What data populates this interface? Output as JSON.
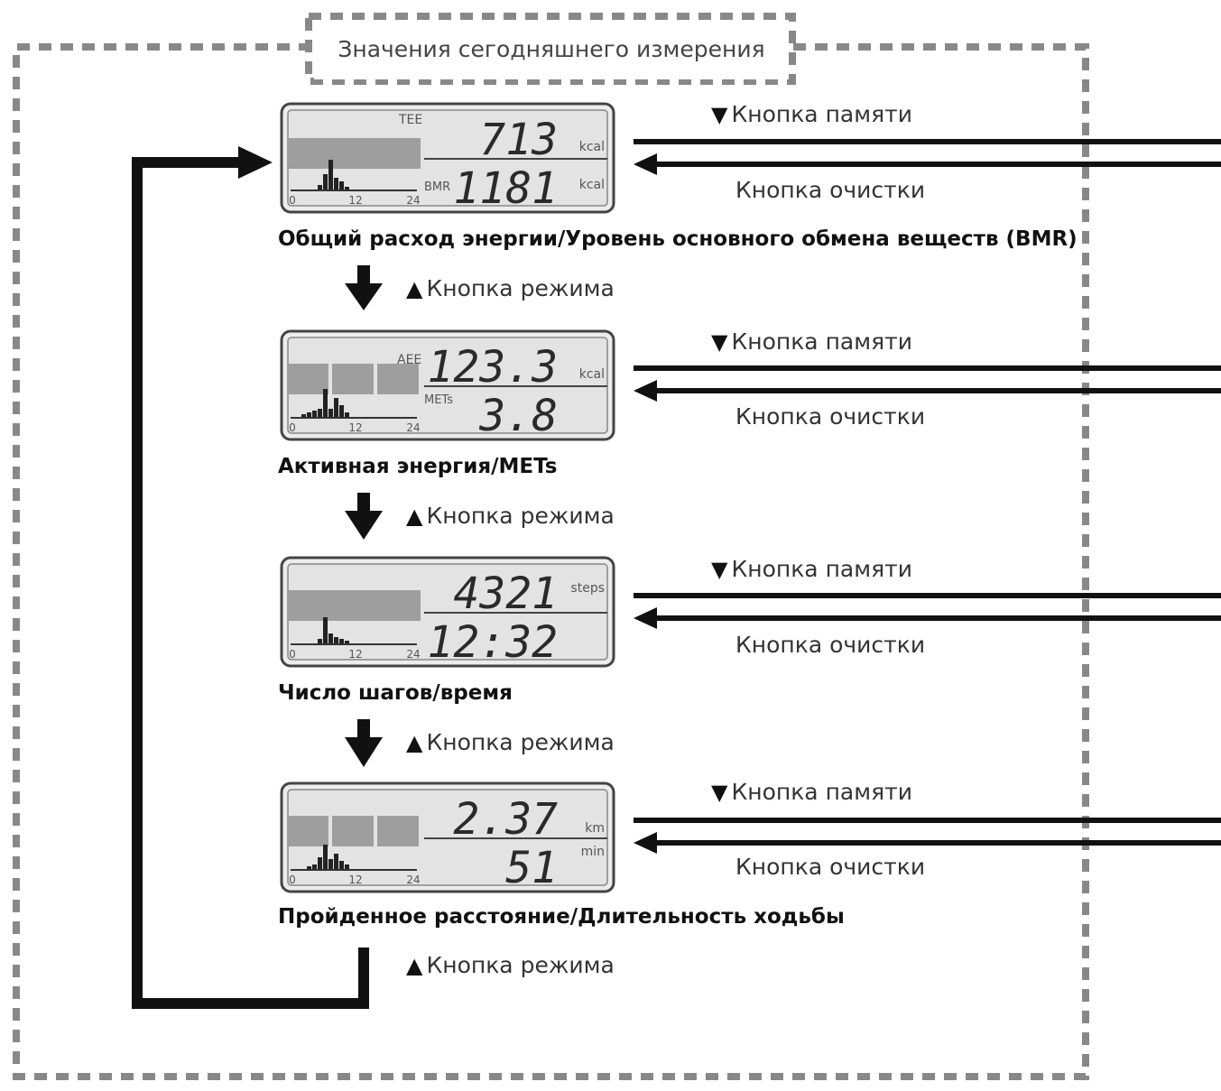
{
  "frame_title": "Значения сегодняшнего измерения",
  "labels": {
    "memory_button": "Кнопка памяти",
    "clear_button": "Кнопка очистки",
    "mode_button": "Кнопка режима"
  },
  "screens": [
    {
      "caption": "Общий расход энергии/Уровень основного обмена веществ (BMR)",
      "top_tag": "TEE",
      "top_value": "713",
      "top_unit": "kcal",
      "bottom_tag": "BMR",
      "bottom_value": "1181",
      "bottom_unit": "kcal",
      "axis": [
        "0",
        "12",
        "24"
      ]
    },
    {
      "caption": "Активная энергия/METs",
      "top_tag": "AEE",
      "top_value": "123.3",
      "top_unit": "kcal",
      "bottom_tag": "METs",
      "bottom_value": "3.8",
      "bottom_unit": "",
      "axis": [
        "0",
        "12",
        "24"
      ]
    },
    {
      "caption": "Число шагов/время",
      "top_tag": "",
      "top_value": "4321",
      "top_unit": "steps",
      "bottom_tag": "",
      "bottom_value": "12:32",
      "bottom_unit": "",
      "axis": [
        "0",
        "12",
        "24"
      ]
    },
    {
      "caption": "Пройденное расстояние/Длительность ходьбы",
      "top_tag": "",
      "top_value": "2.37",
      "top_unit": "km",
      "bottom_tag": "",
      "bottom_value": "51",
      "bottom_unit": "min",
      "axis": [
        "0",
        "12",
        "24"
      ]
    }
  ]
}
